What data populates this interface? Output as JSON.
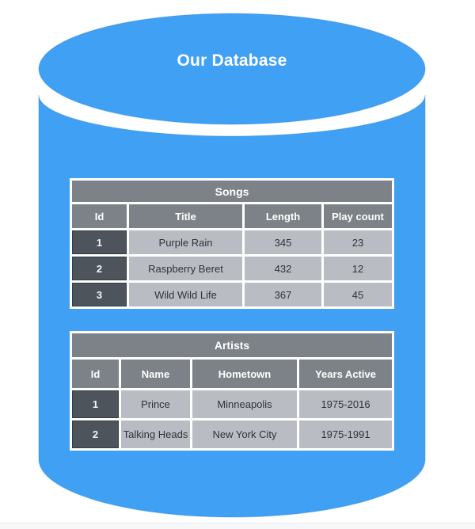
{
  "title": "Our Database",
  "colors": {
    "cylinder_blue": "#3fa0f4",
    "ring_white": "#ffffff",
    "table_header_gray": "#7c8287",
    "id_cell_dark": "#4d545b",
    "id_cell_border": "#343a40",
    "data_cell_gray": "#b9bdc3",
    "data_text": "#2e3338",
    "footer_strip": "#f7f8fa"
  },
  "tables": {
    "songs": {
      "title": "Songs",
      "columns": [
        "Id",
        "Title",
        "Length",
        "Play count"
      ],
      "rows": [
        [
          "1",
          "Purple Rain",
          "345",
          "23"
        ],
        [
          "2",
          "Raspberry Beret",
          "432",
          "12"
        ],
        [
          "3",
          "Wild Wild Life",
          "367",
          "45"
        ]
      ]
    },
    "artists": {
      "title": "Artists",
      "columns": [
        "Id",
        "Name",
        "Hometown",
        "Years Active"
      ],
      "rows": [
        [
          "1",
          "Prince",
          "Minneapolis",
          "1975-2016"
        ],
        [
          "2",
          "Talking Heads",
          "New York City",
          "1975-1991"
        ]
      ]
    }
  }
}
